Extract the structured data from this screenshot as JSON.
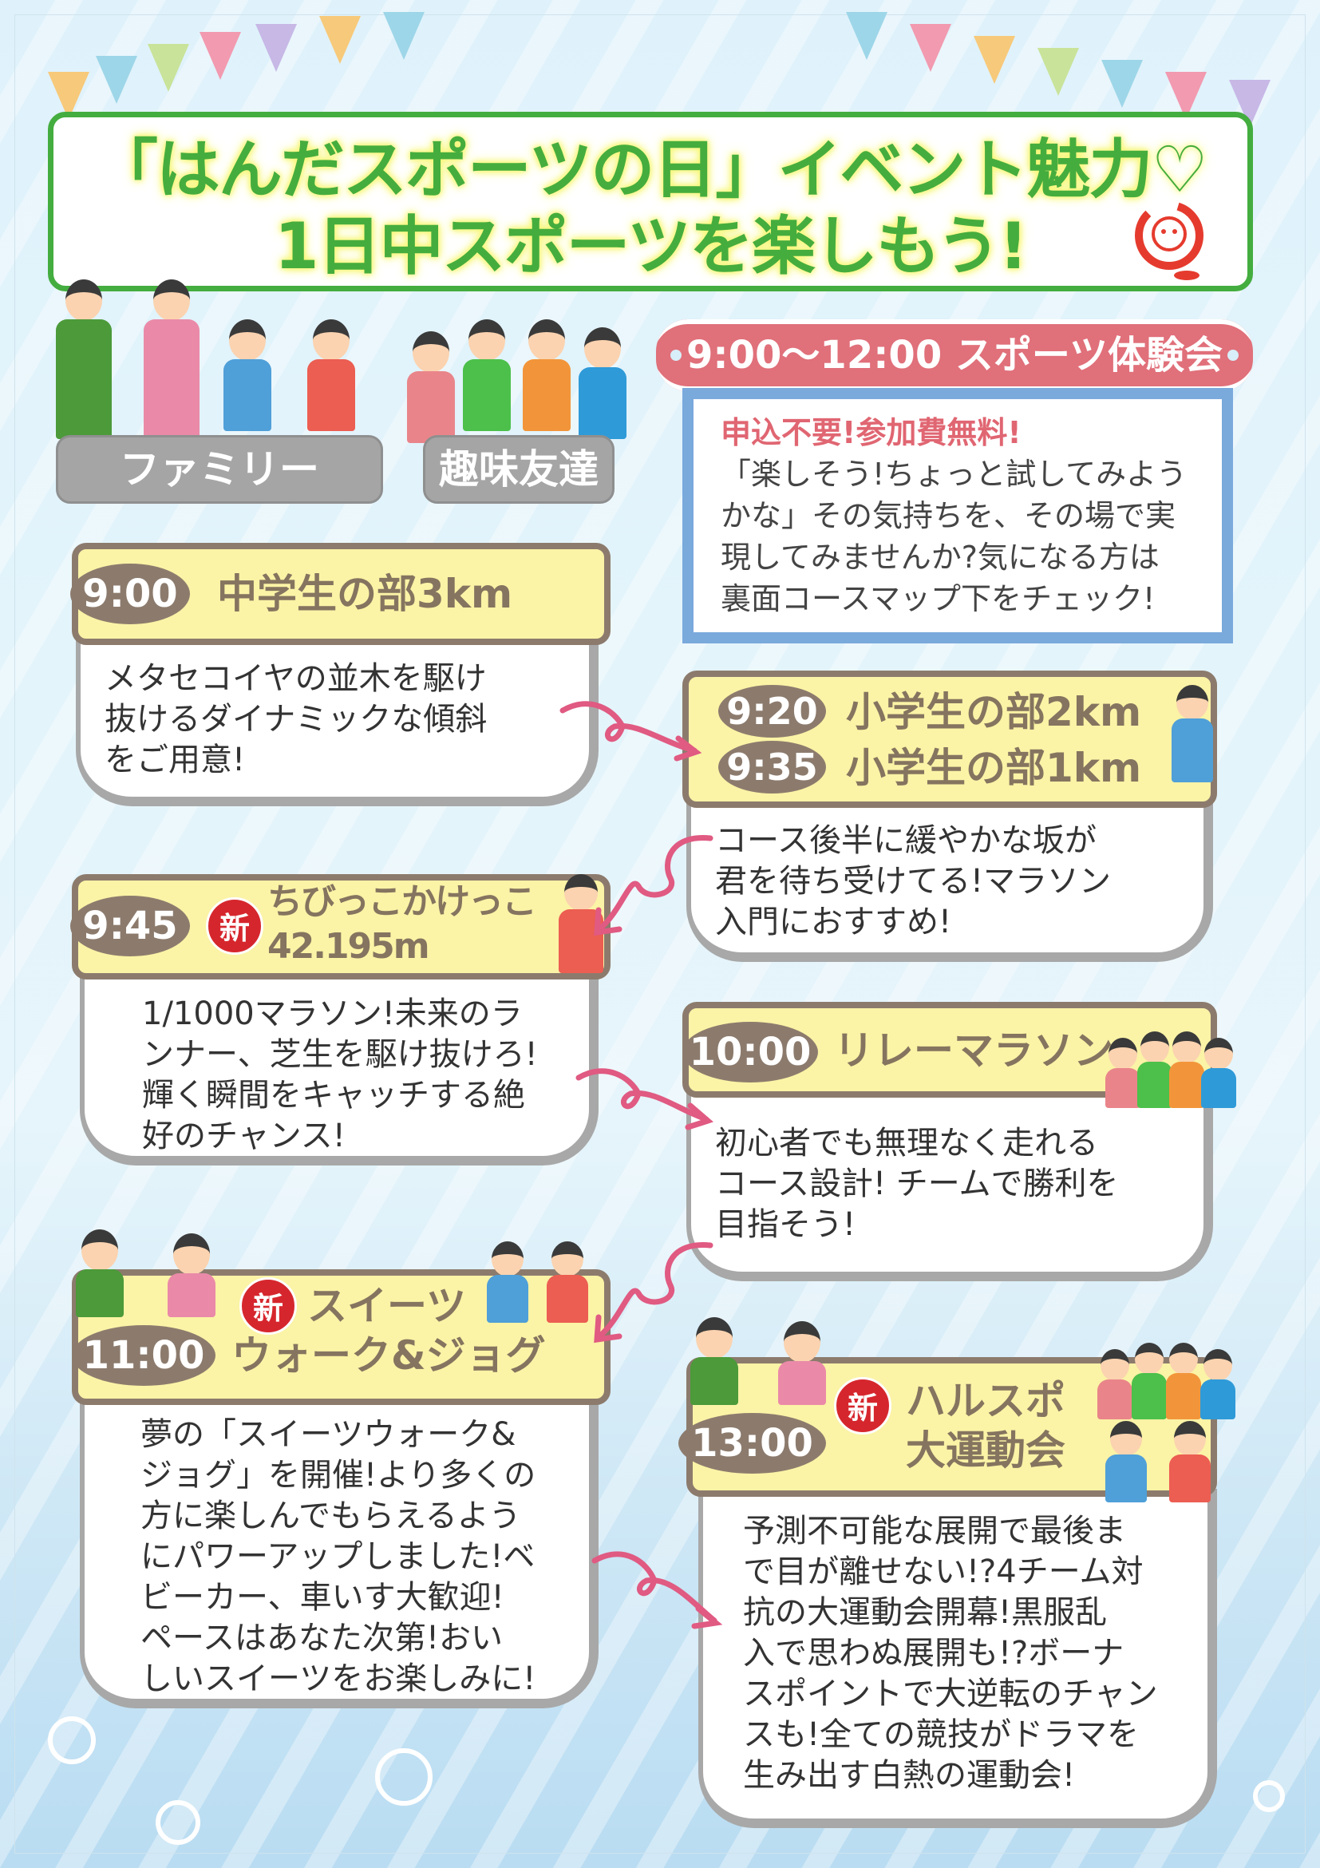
{
  "title": {
    "line1": "「はんだスポーツの日」イベント魅力♡",
    "line2": "1日中スポーツを楽しもう!"
  },
  "groups": {
    "family": "ファミリー",
    "friends": "趣味友達"
  },
  "experience": {
    "banner": "9:00〜12:00 スポーツ体験会",
    "highlight": "申込不要!参加費無料!",
    "lines": [
      "「楽しそう!ちょっと試してみよう",
      "かな」その気持ちを、その場で実",
      "現してみませんか?気になる方は",
      "裏面コースマップ下をチェック!"
    ]
  },
  "new_badge": "新",
  "events": [
    {
      "time": "9:00",
      "name": "中学生の部3km",
      "desc": [
        "メタセコイヤの並木を駆け",
        "抜けるダイナミックな傾斜",
        "をご用意!"
      ]
    },
    {
      "time": "9:20",
      "name": "小学生の部2km",
      "time2": "9:35",
      "name2": "小学生の部1km",
      "desc": [
        "コース後半に緩やかな坂が",
        "君を待ち受けてる!マラソン",
        "入門におすすめ!"
      ]
    },
    {
      "time": "9:45",
      "name": "ちびっこかけっこ",
      "name2": "42.195m",
      "desc": [
        "1/1000マラソン!未来のラ",
        "ンナー、芝生を駆け抜けろ!",
        "輝く瞬間をキャッチする絶",
        "好のチャンス!"
      ]
    },
    {
      "time": "10:00",
      "name": "リレーマラソン",
      "desc": [
        "初心者でも無理なく走れる",
        "コース設計! チームで勝利を",
        "目指そう!"
      ]
    },
    {
      "time": "11:00",
      "name": "スイーツ",
      "name2": "ウォーク&ジョグ",
      "desc": [
        "夢の「スイーツウォーク&",
        "ジョグ」を開催!より多くの",
        "方に楽しんでもらえるよう",
        "にパワーアップしました!ベ",
        "ビーカー、車いす大歓迎!",
        "ペースはあなた次第!おい",
        "しいスイーツをお楽しみに!"
      ]
    },
    {
      "time": "13:00",
      "name": "ハルスポ",
      "name2": "大運動会",
      "desc": [
        "予測不可能な展開で最後ま",
        "で目が離せない!?4チーム対",
        "抗の大運動会開幕!黒服乱",
        "入で思わぬ展開も!?ボーナ",
        "スポイントで大逆転のチャン",
        "スも!全ての競技がドラマを",
        "生み出す白熱の運動会!"
      ]
    }
  ],
  "colors": {
    "title_green": "#45ad3d",
    "banner_pink": "#e0707a",
    "header_yellow": "#fbf3a6",
    "time_brown": "#8c7b6d",
    "new_red": "#d6262d",
    "box_blue": "#7aa9dc"
  }
}
